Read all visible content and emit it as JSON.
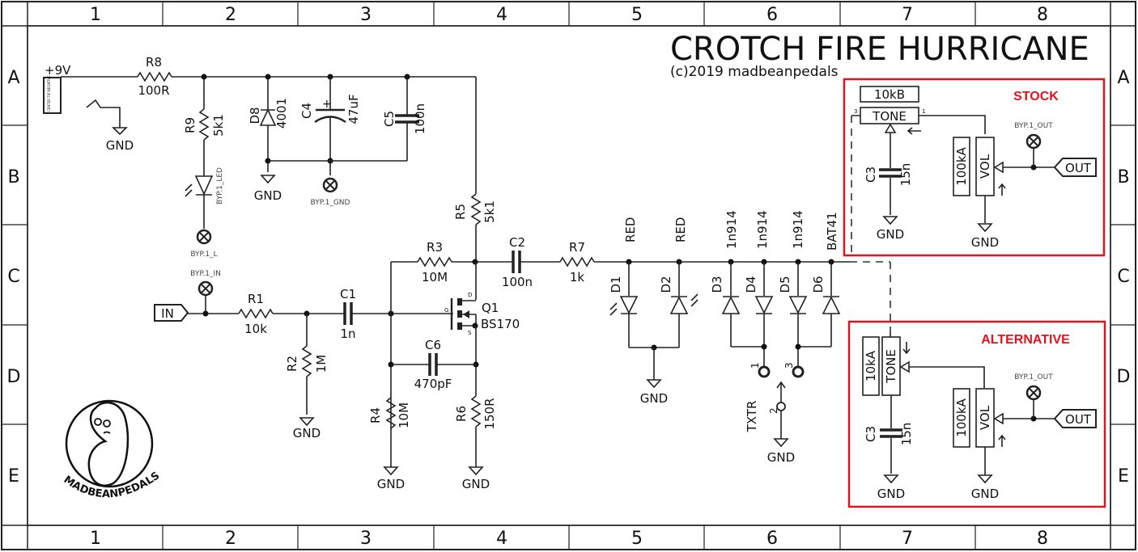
{
  "title": "CROTCH FIRE HURRICANE",
  "copyright": "(c)2019 madbeanpedals",
  "logo_text": "MADBEANPEDALS",
  "grid": {
    "columns": [
      "1",
      "2",
      "3",
      "4",
      "5",
      "6",
      "7",
      "8"
    ],
    "rows": [
      "A",
      "B",
      "C",
      "D",
      "E"
    ]
  },
  "power": {
    "supply": "+9V",
    "jack_text": "CENTER TIP NEGATIVE"
  },
  "gnd": "GND",
  "components": {
    "R8": {
      "name": "R8",
      "value": "100R"
    },
    "R9": {
      "name": "R9",
      "value": "5k1"
    },
    "D8": {
      "name": "D8",
      "value": "4001"
    },
    "C4": {
      "name": "C4",
      "value": "47uF"
    },
    "C5": {
      "name": "C5",
      "value": "100n"
    },
    "R5": {
      "name": "R5",
      "value": "5k1"
    },
    "R1": {
      "name": "R1",
      "value": "10k"
    },
    "R2": {
      "name": "R2",
      "value": "1M"
    },
    "C1": {
      "name": "C1",
      "value": "1n"
    },
    "R3": {
      "name": "R3",
      "value": "10M"
    },
    "C2": {
      "name": "C2",
      "value": "100n"
    },
    "R7": {
      "name": "R7",
      "value": "1k"
    },
    "Q1": {
      "name": "Q1",
      "value": "BS170",
      "pins": [
        "G",
        "D",
        "S"
      ]
    },
    "C6": {
      "name": "C6",
      "value": "470pF"
    },
    "R4": {
      "name": "R4",
      "value": "10M"
    },
    "R6": {
      "name": "R6",
      "value": "150R"
    },
    "D1": {
      "name": "D1",
      "value": "RED"
    },
    "D2": {
      "name": "D2",
      "value": "RED"
    },
    "D3": {
      "name": "D3",
      "value": "1n914"
    },
    "D4": {
      "name": "D4",
      "value": "1n914"
    },
    "D5": {
      "name": "D5",
      "value": "1n914"
    },
    "D6": {
      "name": "D6",
      "value": "BAT41"
    },
    "TXTR": {
      "name": "TXTR",
      "pins": [
        "1",
        "2",
        "3"
      ]
    }
  },
  "bypass": {
    "led": "BYP.1_LED",
    "l": "BYP.1_L",
    "gnd": "BYP.1_GND",
    "in": "BYP.1_IN",
    "out": "BYP.1_OUT"
  },
  "ports": {
    "in": "IN",
    "out": "OUT"
  },
  "stock": {
    "heading": "STOCK",
    "tone_value": "10kB",
    "tone_label": "TONE",
    "vol_value": "100kA",
    "vol_label": "VOL",
    "cap_name": "C3",
    "cap_value": "15n"
  },
  "alternative": {
    "heading": "ALTERNATIVE",
    "tone_value": "10kA",
    "tone_label": "TONE",
    "vol_value": "100kA",
    "vol_label": "VOL",
    "cap_name": "C3",
    "cap_value": "15n"
  },
  "pin_numbers": {
    "one": "1",
    "three": "3"
  },
  "colors": {
    "highlight": "#e0141e",
    "wire": "#222222"
  }
}
